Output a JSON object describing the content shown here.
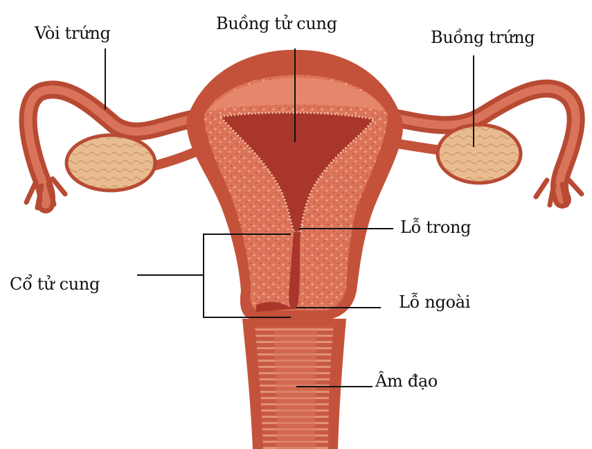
{
  "labels": {
    "fallopian_tube": "Vòi trứng",
    "uterine_cavity": "Buồng tử cung",
    "ovary": "Buồng trứng",
    "internal_os": "Lỗ trong",
    "cervix": "Cổ tử cung",
    "external_os": "Lỗ ngoài",
    "vagina": "Âm đạo"
  },
  "colors": {
    "tissue_outer": "#c4523a",
    "tissue_inner": "#df7a5e",
    "tissue_speckle": "#f0a58a",
    "cavity": "#a9362a",
    "ovary": "#e7b98d",
    "leader_line": "#111111"
  }
}
